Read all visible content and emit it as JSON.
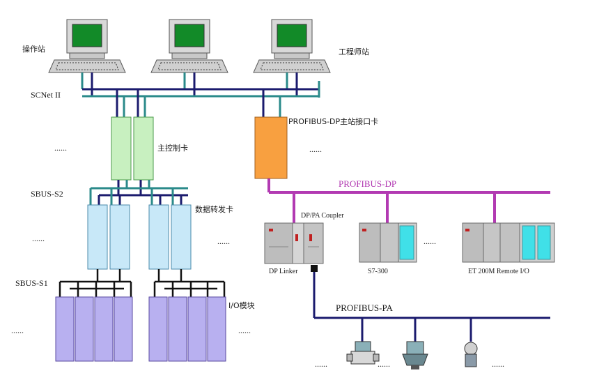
{
  "labels": {
    "operator_station": "操作站",
    "engineer_station": "工程师站",
    "scnet": "SCNet II",
    "main_controller": "主控制卡",
    "sbus_s2": "SBUS-S2",
    "data_forward_card": "数据转发卡",
    "sbus_s1": "SBUS-S1",
    "io_module": "I/O模块",
    "profibus_dp_master": "PROFIBUS-DP主站接口卡",
    "profibus_dp": "PROFIBUS-DP",
    "dp_pa_coupler": "DP/PA Coupler",
    "dp_linker": "DP Linker",
    "s7_300": "S7-300",
    "et200m": "ET 200M Remote I/O",
    "profibus_pa": "PROFIBUS-PA",
    "dots": "......"
  },
  "colors": {
    "navy_bus": "#1b1b6e",
    "teal_bus": "#2a8a8a",
    "magenta_bus": "#b23ab2",
    "controller_fill": "#c8f0c0",
    "forward_fill": "#c8e8f8",
    "io_fill": "#b8b0f0",
    "master_card_fill": "#f8a040",
    "screen_green": "#128a28"
  }
}
